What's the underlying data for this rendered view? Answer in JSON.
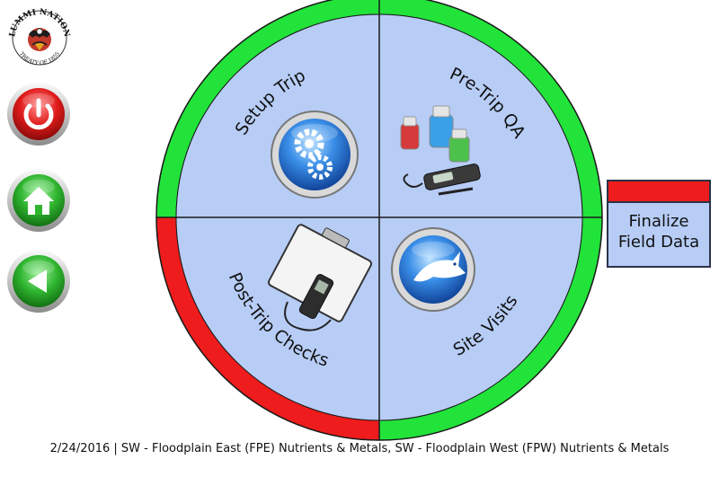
{
  "logo": {
    "top_text": "LUMMI NATION",
    "bottom_text": "TREATY OF 1855"
  },
  "sidebar": {
    "buttons": [
      {
        "name": "power",
        "icon": "power-icon",
        "color": "#e01b1b"
      },
      {
        "name": "home",
        "icon": "home-icon",
        "color": "#2fb52f"
      },
      {
        "name": "back",
        "icon": "back-arrow-icon",
        "color": "#2fb52f"
      }
    ]
  },
  "wheel": {
    "quadrants": [
      {
        "label": "Setup Trip",
        "icon": "gears-icon",
        "status_color": "#22e33a"
      },
      {
        "label": "Pre-Trip QA",
        "icon": "sample-bottles-meter-icon",
        "status_color": "#22e33a"
      },
      {
        "label": "Post-Trip Checks",
        "icon": "clipboard-meter-icon",
        "status_color": "#ee1c1c"
      },
      {
        "label": "Site Visits",
        "icon": "fish-icon",
        "status_color": "#22e33a"
      }
    ],
    "fill_color": "#b7cdf6"
  },
  "finalize": {
    "label_line1": "Finalize",
    "label_line2": "Field Data",
    "status_color": "#ee1c1c"
  },
  "footer": {
    "text": "2/24/2016 | SW - Floodplain East (FPE) Nutrients & Metals, SW - Floodplain West (FPW) Nutrients & Metals"
  }
}
